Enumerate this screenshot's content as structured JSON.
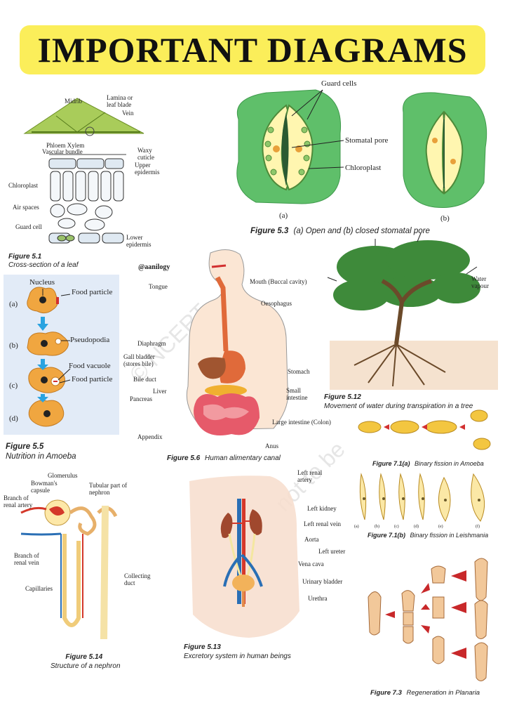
{
  "banner": {
    "title": "IMPORTANT DIAGRAMS"
  },
  "leaf": {
    "labels": {
      "midrib": "Midrib",
      "lamina": "Lamina or leaf blade",
      "vein": "Vein",
      "phloem_xylem": "Phloem Xylem",
      "vascular_bundle": "Vascular bundle",
      "waxy_cuticle": "Waxy cuticle",
      "upper_epidermis": "Upper epidermis",
      "chloroplast": "Chloroplast",
      "air_spaces": "Air spaces",
      "guard_cell": "Guard cell",
      "lower_epidermis": "Lower epidermis"
    },
    "caption_num": "Figure 5.1",
    "caption_text": "Cross-section of a leaf"
  },
  "stomata": {
    "labels": {
      "guard_cells": "Guard cells",
      "stomatal_pore": "Stomatal pore",
      "chloroplast": "Chloroplast",
      "a": "(a)",
      "b": "(b)"
    },
    "caption_num": "Figure 5.3",
    "caption_text": "(a) Open and (b) closed stomatal pore"
  },
  "handle": "@aanilogy",
  "amoeba": {
    "labels": {
      "nucleus": "Nucleus",
      "food_particle_1": "Food particle",
      "pseudopodia": "Pseudopodia",
      "food_vacuole": "Food vacuole",
      "food_particle_2": "Food particle",
      "a": "(a)",
      "b": "(b)",
      "c": "(c)",
      "d": "(d)"
    },
    "caption_num": "Figure 5.5",
    "caption_text": "Nutrition in Amoeba"
  },
  "alimentary": {
    "labels": {
      "tongue": "Tongue",
      "mouth": "Mouth (Buccal cavity)",
      "oesophagus": "Oesophagus",
      "diaphragm": "Diaphragm",
      "gall_bladder": "Gall bladder (stores bile)",
      "stomach": "Stomach",
      "bile_duct": "Bile duct",
      "liver": "Liver",
      "pancreas": "Pancreas",
      "small_intestine": "Small intestine",
      "large_intestine": "Large intestine (Colon)",
      "appendix": "Appendix",
      "anus": "Anus"
    },
    "caption_num": "Figure 5.6",
    "caption_text": "Human alimentary canal"
  },
  "tree": {
    "labels": {
      "water_vapour": "Water vapour"
    },
    "caption_num": "Figure 5.12",
    "caption_text": "Movement of water during transpiration in a tree"
  },
  "fission_amoeba": {
    "caption_num": "Figure 7.1(a)",
    "caption_text": "Binary fission in Amoeba"
  },
  "leishmania": {
    "labels": [
      "(a)",
      "(b)",
      "(c)",
      "(d)",
      "(e)",
      "(f)"
    ],
    "caption_num": "Figure 7.1(b)",
    "caption_text": "Binary fission in Leishmania"
  },
  "nephron": {
    "labels": {
      "glomerulus": "Glomerulus",
      "bowmans": "Bowman's capsule",
      "tubular": "Tubular part of nephron",
      "branch_artery": "Branch of renal artery",
      "branch_vein": "Branch of renal vein",
      "collecting_duct": "Collecting duct",
      "capillaries": "Capillaries"
    },
    "caption_num": "Figure 5.14",
    "caption_text": "Structure of a nephron"
  },
  "excretory": {
    "labels": {
      "left_renal_artery": "Left renal artery",
      "left_kidney": "Left kidney",
      "left_renal_vein": "Left renal vein",
      "aorta": "Aorta",
      "left_ureter": "Left ureter",
      "vena_cava": "Vena cava",
      "urinary_bladder": "Urinary bladder",
      "urethra": "Urethra"
    },
    "caption_num": "Figure 5.13",
    "caption_text": "Excretory system in human beings"
  },
  "planaria": {
    "caption_num": "Figure 7.3",
    "caption_text": "Regeneration in Planaria"
  },
  "colors": {
    "banner": "#fbee5a",
    "stomata_green": "#5fbf6a",
    "amoeba_orange": "#f0a640",
    "amoeba_arrow": "#2aa3e0",
    "artery_red": "#d4382a",
    "vein_blue": "#2a6fb5",
    "red_arrow": "#c8282a"
  }
}
